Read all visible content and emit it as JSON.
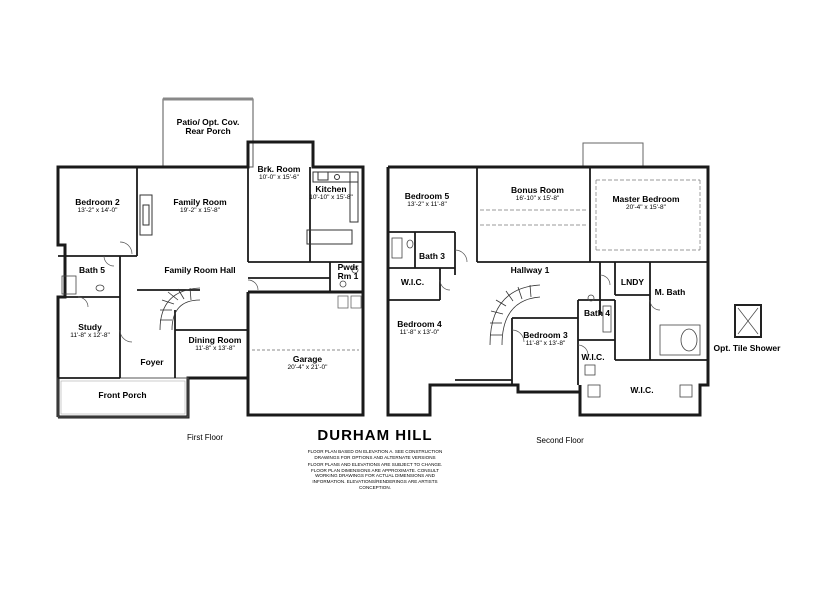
{
  "title": "DURHAM HILL",
  "notes": {
    "line1": "FLOOR PLAN BASED ON ELEVATION A. SEE CONSTRUCTION",
    "line2": "DRAWINGS FOR OPTIONS AND ALTERNATE VERSIONS",
    "line3": "FLOOR PLANS AND ELEVATIONS ARE SUBJECT TO CHANGE.",
    "line4": "FLOOR PLAN DIMENSIONS ARE APPROXIMATE. CONSULT",
    "line5": "WORKING DRAWINGS FOR ACTUAL DIMENSIONS AND",
    "line6": "INFORMATION. ELEVATIONS/RENDERINGS ARE ARTISTS",
    "line7": "CONCEPTION."
  },
  "first_floor": {
    "caption": "First Floor",
    "patio": {
      "line1": "Patio/ Opt. Cov.",
      "line2": "Rear Porch"
    },
    "bedroom2": {
      "name": "Bedroom 2",
      "dim": "13'-2\" x 14'-0\""
    },
    "family_room": {
      "name": "Family Room",
      "dim": "19'-2\" x 15'-8\""
    },
    "brk_room": {
      "name": "Brk. Room",
      "dim": "10'-0\" x 15'-6\""
    },
    "kitchen": {
      "name": "Kitchen",
      "dim": "10'-10\" x 15'-8\""
    },
    "bath5": "Bath 5",
    "family_room_hall": "Family Room Hall",
    "pwdr": {
      "line1": "Pwdr",
      "line2": "Rm 1"
    },
    "study": {
      "name": "Study",
      "dim": "11'-8\" x 12'-8\""
    },
    "dining_room": {
      "name": "Dining Room",
      "dim": "11'-8\" x 13'-8\""
    },
    "foyer": "Foyer",
    "garage": {
      "name": "Garage",
      "dim": "20'-4\" x 21'-0\""
    },
    "front_porch": "Front Porch"
  },
  "second_floor": {
    "caption": "Second Floor",
    "bedroom5": {
      "name": "Bedroom 5",
      "dim": "13'-2\" x 11'-8\""
    },
    "bonus_room": {
      "name": "Bonus Room",
      "dim": "16'-10\" x 15'-8\""
    },
    "master_bedroom": {
      "name": "Master Bedroom",
      "dim": "20'-4\" x 15'-8\""
    },
    "bath3": "Bath 3",
    "hallway1": "Hallway 1",
    "lndy": "LNDY",
    "wic_left": "W.I.C.",
    "m_bath": "M. Bath",
    "bedroom4": {
      "name": "Bedroom 4",
      "dim": "11'-8\" x 13'-0\""
    },
    "bath4": "Bath 4",
    "bedroom3": {
      "name": "Bedroom 3",
      "dim": "11'-8\" x 13'-8\""
    },
    "wic_small": "W.I.C.",
    "wic_master": "W.I.C."
  },
  "opt_tile_shower": "Opt. Tile Shower"
}
